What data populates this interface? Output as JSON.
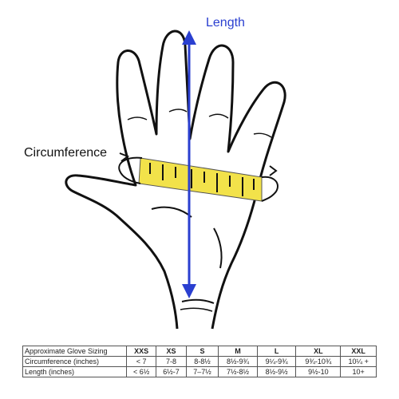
{
  "diagram": {
    "length_label": "Length",
    "circumference_label": "Circumference",
    "colors": {
      "measure_arrow": "#2a3fd0",
      "tape": "#f2e24a",
      "outline": "#111111"
    }
  },
  "table": {
    "header": {
      "label": "Approximate Glove Sizing",
      "sizes": [
        "XXS",
        "XS",
        "S",
        "M",
        "L",
        "XL",
        "XXL"
      ]
    },
    "rows": [
      {
        "label": "Circumference (inches)",
        "values": [
          "< 7",
          "7-8",
          "8-8½",
          "8½-9¾",
          "9¼-9¾",
          "9¾-10¾",
          "10¼ +"
        ]
      },
      {
        "label": "Length (inches)",
        "values": [
          "< 6½",
          "6½-7",
          "7–7½",
          "7½-8½",
          "8½-9½",
          "9½-10",
          "10+"
        ]
      }
    ]
  }
}
